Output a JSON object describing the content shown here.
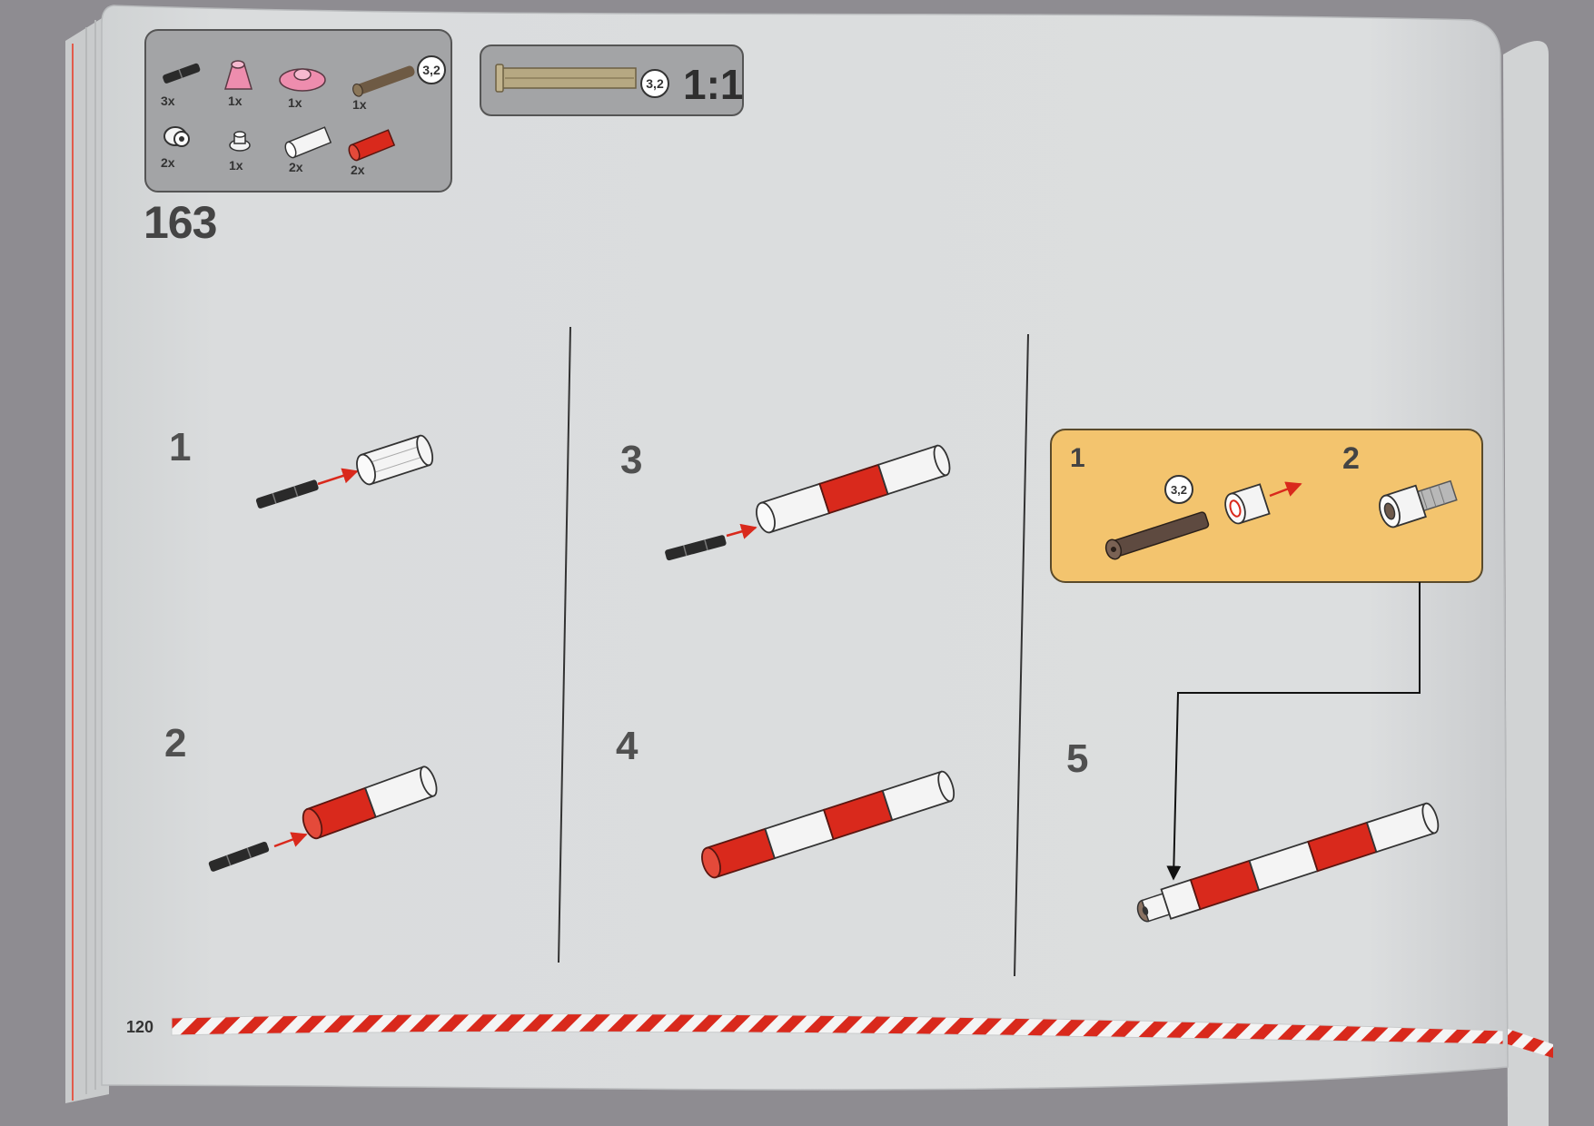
{
  "page": {
    "step_number": "163",
    "page_number": "120"
  },
  "parts_box": {
    "row1": [
      {
        "part": "black-pin-connector",
        "qty": "3x"
      },
      {
        "part": "pink-cone",
        "qty": "1x"
      },
      {
        "part": "pink-dish",
        "qty": "1x"
      },
      {
        "part": "brown-axle",
        "qty": "1x",
        "length_badge": "3,2"
      }
    ],
    "row2": [
      {
        "part": "white-bush",
        "qty": "2x"
      },
      {
        "part": "white-stud-round",
        "qty": "1x"
      },
      {
        "part": "white-axle-connector",
        "qty": "2x"
      },
      {
        "part": "red-axle-connector",
        "qty": "2x"
      }
    ]
  },
  "scale_box": {
    "length_badge": "3,2",
    "scale": "1:1"
  },
  "substeps": {
    "s1": "1",
    "s2": "2",
    "s3": "3",
    "s4": "4",
    "s5": "5"
  },
  "callout": {
    "step_a": "1",
    "step_b": "2",
    "length_badge": "3,2",
    "background": "#f3c46e"
  },
  "colors": {
    "page": "#dadcdd",
    "red": "#d9291c",
    "white": "#f4f4f4",
    "black": "#2a2a2a",
    "brown": "#5e4a40",
    "panel": "#a3a4a6"
  }
}
